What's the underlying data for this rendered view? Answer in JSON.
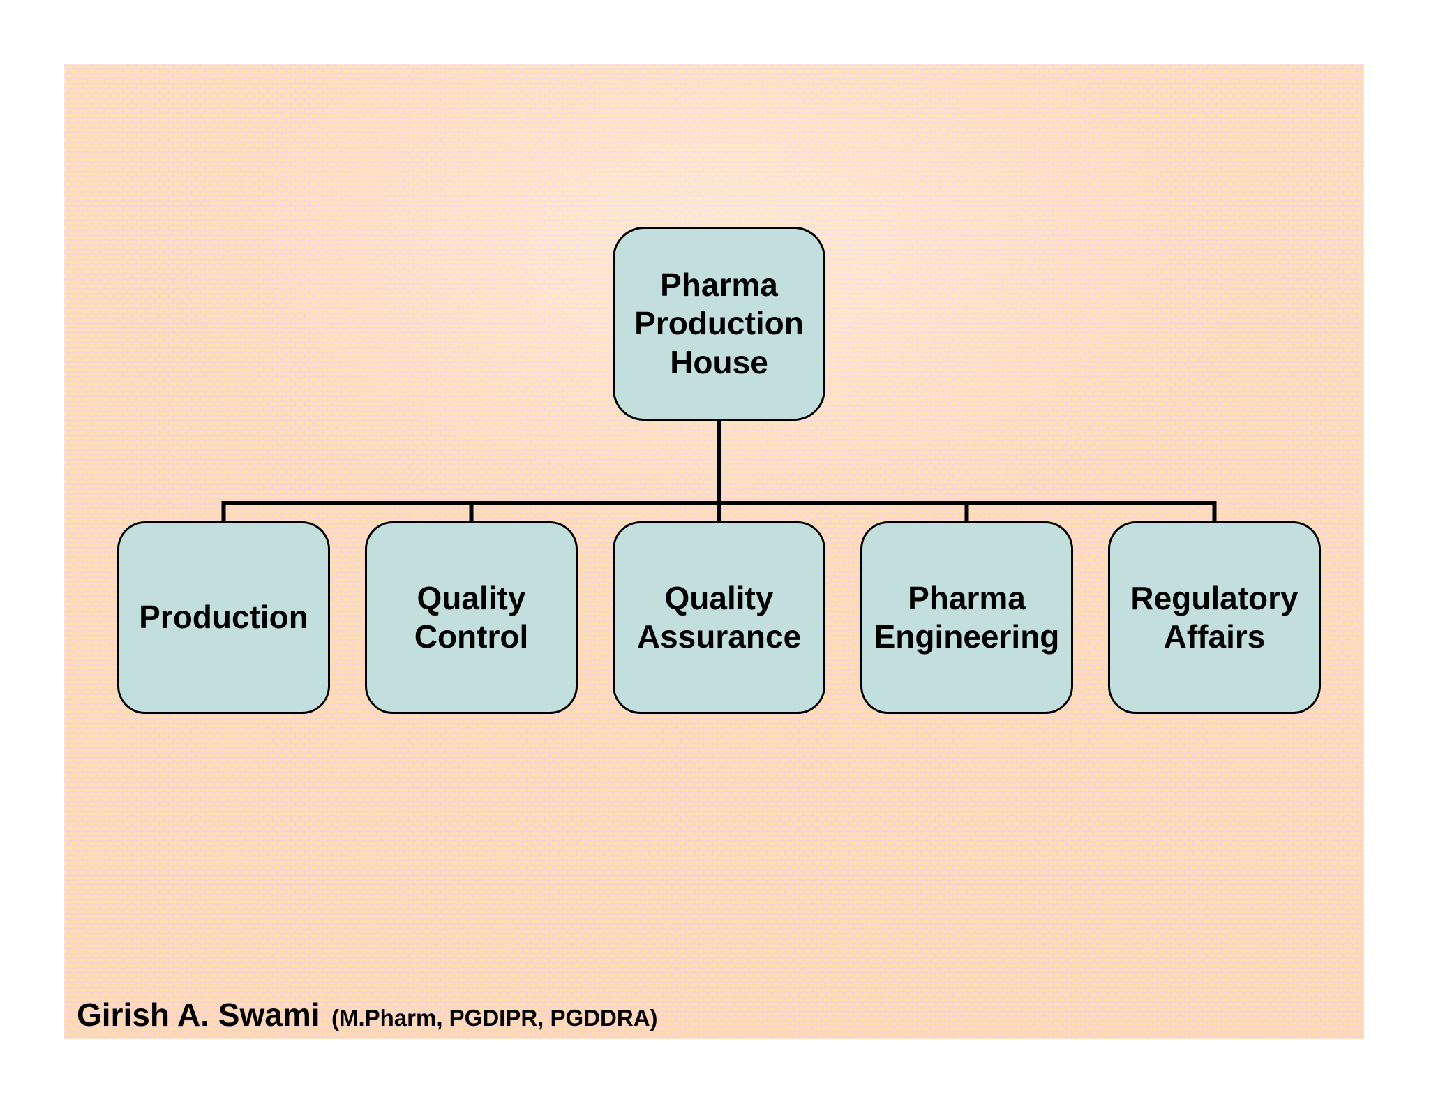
{
  "diagram": {
    "root": "Pharma Production House",
    "children": [
      "Production",
      "Quality Control",
      "Quality Assurance",
      "Pharma Engineering",
      "Regulatory Affairs"
    ]
  },
  "footer": {
    "author": "Girish A. Swami",
    "credentials": "(M.Pharm, PGDIPR, PGDDRA)"
  },
  "colors": {
    "box_fill": "#c2dedd",
    "box_border": "#000000",
    "connector": "#000000",
    "text": "#000000",
    "brick_yellow": "#ffe7ac",
    "mortar_pink": "#f9d6e6",
    "page_background": "#ffffff"
  }
}
